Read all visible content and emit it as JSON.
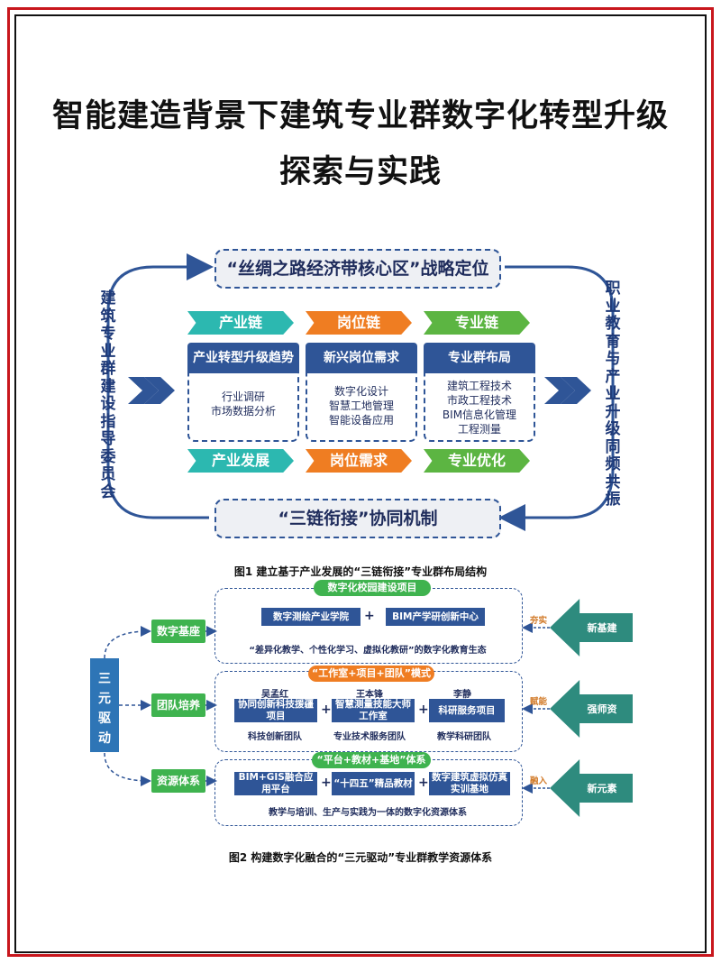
{
  "title": {
    "line1": "智能建造背景下建筑专业群数字化转型升级",
    "line2": "探索与实践"
  },
  "fig1": {
    "top_box": "“丝绸之路经济带核心区”战略定位",
    "bottom_box": "“三链衔接”协同机制",
    "left_vertical": [
      "建",
      "筑",
      "专",
      "业",
      "群",
      "建",
      "设",
      "指",
      "导",
      "委",
      "员",
      "会"
    ],
    "right_vertical": [
      "职",
      "业",
      "教",
      "育",
      "与",
      "产",
      "业",
      "升",
      "级",
      "同",
      "频",
      "共",
      "振"
    ],
    "top_chevrons": [
      {
        "label": "产业链",
        "color": "#2cb8b0"
      },
      {
        "label": "岗位链",
        "color": "#ef7d22"
      },
      {
        "label": "专业链",
        "color": "#5cb542"
      }
    ],
    "cards": [
      {
        "head": "产业转型升级趋势",
        "lines": [
          "行业调研",
          "市场数据分析"
        ]
      },
      {
        "head": "新兴岗位需求",
        "lines": [
          "数字化设计",
          "智慧工地管理",
          "智能设备应用"
        ]
      },
      {
        "head": "专业群布局",
        "lines": [
          "建筑工程技术",
          "市政工程技术",
          "BIM信息化管理",
          "工程测量"
        ]
      }
    ],
    "bottom_chevrons": [
      {
        "label": "产业发展",
        "color": "#2cb8b0"
      },
      {
        "label": "岗位需求",
        "color": "#ef7d22"
      },
      {
        "label": "专业优化",
        "color": "#5cb542"
      }
    ],
    "caption": "图1  建立基于产业发展的“三链衔接”专业群布局结构"
  },
  "fig2": {
    "left_label": "三元驱动",
    "left_items": [
      "数字基座",
      "团队培养",
      "资源体系"
    ],
    "groups": [
      {
        "pill": "数字化校园建设项目",
        "boxes": [
          "数字测绘产业学院",
          "BIM产学研创新中心"
        ],
        "note": "“差异化教学、个性化学习、虚拟化教研”的数字化教育生态"
      },
      {
        "pill": "“工作室+项目+团队”模式",
        "people": [
          "吴孟红",
          "王本锋",
          "李静"
        ],
        "boxes": [
          "协同创新科技援疆项目",
          "智慧测量技能大师工作室",
          "科研服务项目"
        ],
        "teams": [
          "科技创新团队",
          "专业技术服务团队",
          "教学科研团队"
        ]
      },
      {
        "pill": "“平台+教材+基地”体系",
        "boxes": [
          "BIM+GIS融合应用平台",
          "“十四五”精品教材",
          "数字建筑虚拟仿真实训基地"
        ],
        "note": "教学与培训、生产与实践为一体的数字化资源体系"
      }
    ],
    "right_arrows": [
      {
        "label": "新基建",
        "verb": "夯实"
      },
      {
        "label": "强师资",
        "verb": "赋能"
      },
      {
        "label": "新元素",
        "verb": "融入"
      }
    ],
    "caption": "图2  构建数字化融合的“三元驱动”专业群教学资源体系"
  },
  "colors": {
    "frame_red": "#c8161d",
    "navy": "#2f5597",
    "teal_arrow": "#2e8b7e",
    "green": "#3fb34f"
  }
}
